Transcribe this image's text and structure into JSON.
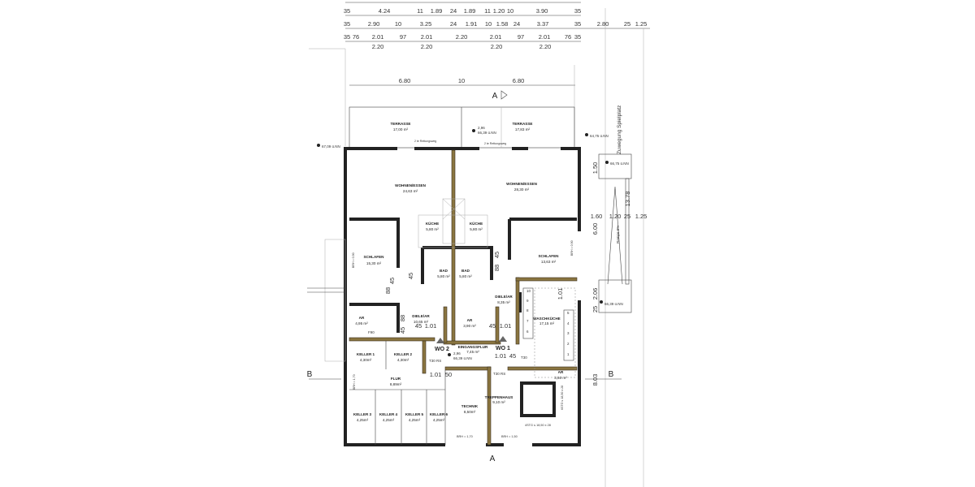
{
  "dimensions": {
    "row1": [
      "35",
      "4.24",
      "11",
      "1.89",
      "24",
      "1.89",
      "11",
      "1.20",
      "10",
      "3.90",
      "35"
    ],
    "row2": [
      "35",
      "2.90",
      "10",
      "3.25",
      "24",
      "1.91",
      "10",
      "1.58",
      "24",
      "3.37",
      "35",
      "2.80",
      "25",
      "1.25"
    ],
    "row3": [
      "35",
      "76",
      "2.01",
      "97",
      "2.01",
      "2.20",
      "2.01",
      "97",
      "2.01",
      "76",
      "35"
    ],
    "row4": [
      "2.20",
      "2.20",
      "2.20",
      "2.20"
    ],
    "row5": [
      "6.80",
      "10",
      "6.80"
    ],
    "right": [
      "1.50",
      "13.78",
      "1.60",
      "1.20",
      "25",
      "1.25",
      "6.00",
      "2.06",
      "25",
      "8.03"
    ],
    "inner": [
      "45",
      "88",
      "45",
      "88",
      "45",
      "1.01",
      "45",
      "1.01",
      "45",
      "1.01",
      "1.01",
      "45",
      "45",
      "88",
      "1.01",
      "50"
    ]
  },
  "section_markers": {
    "a_top": "A",
    "a_bottom": "A",
    "b_left": "B",
    "b_right": "B"
  },
  "levels": {
    "left": "67,09 ü.NN",
    "top_mid_a": "2,96",
    "top_mid_b": "66,39 ü.NN",
    "right_top": "64,75 ü.NN",
    "right_ramp": "66,75 ü.NN",
    "right_mid": "66,39 ü.NN",
    "entry_a": "2,96",
    "entry_b": "66,39 ü.NN"
  },
  "annotations": {
    "path": "Zuwegung Spielplatz",
    "ramp": "Rampe 6%",
    "rescue_left": "2 te Rettungsweg",
    "rescue_right": "2 te Rettungsweg",
    "brh_left": "BRH = 0,90",
    "brh_right": "BRH = 0,90",
    "brh_flur": "BRH = 1,70",
    "brh_bottom_left": "BRH = 1,70",
    "brh_bottom_right": "BRH = 1,50",
    "stair1": "4STG ≤ 18,50 x 28",
    "stair2": "6STG ≤ 18,50 x 28",
    "t30_1": "T30 RS",
    "t30_2": "T30 RS",
    "t30_3": "T30",
    "f90": "F90",
    "wo2": "WO 2",
    "wo1": "WO 1"
  },
  "rooms": [
    {
      "name": "TERRASSE",
      "area": "17,00 m²"
    },
    {
      "name": "TERRASSE",
      "area": "17,83 m²"
    },
    {
      "name": "WOHNEN/ESSEN",
      "area": "24,63 m²"
    },
    {
      "name": "WOHNEN/ESSEN",
      "area": "28,30 m²"
    },
    {
      "name": "KÜCHE",
      "area": "5,80 m²"
    },
    {
      "name": "KÜCHE",
      "area": "5,80 m²"
    },
    {
      "name": "SCHLAFEN",
      "area": "15,30 m²"
    },
    {
      "name": "SCHLAFEN",
      "area": "13,63 m²"
    },
    {
      "name": "BAD",
      "area": "5,80 m²"
    },
    {
      "name": "BAD",
      "area": "5,80 m²"
    },
    {
      "name": "AR",
      "area": "4,95 m²"
    },
    {
      "name": "DIELE/AR",
      "area": "10,65 m²"
    },
    {
      "name": "AR",
      "area": "3,90 m²"
    },
    {
      "name": "DIELE/AR",
      "area": "8,35 m²"
    },
    {
      "name": "WASCHKÜCHE",
      "area": "17,15 m²"
    },
    {
      "name": "EINGANGSFLUR",
      "area": "7,45 m²"
    },
    {
      "name": "KELLER 1",
      "area": "4,30m²"
    },
    {
      "name": "KELLER 2",
      "area": "4,30m²"
    },
    {
      "name": "FLUR",
      "area": "8,89m²"
    },
    {
      "name": "KELLER 3",
      "area": "4,25m²"
    },
    {
      "name": "KELLER 4",
      "area": "4,25m²"
    },
    {
      "name": "KELLER 5",
      "area": "4,25m²"
    },
    {
      "name": "KELLER 6",
      "area": "4,25m²"
    },
    {
      "name": "TECHNIK",
      "area": "8,50m²"
    },
    {
      "name": "TREPPENHAUS",
      "area": "9,10 m²"
    },
    {
      "name": "AR",
      "area": "3,50 m²"
    }
  ],
  "washroom_slots": [
    "10",
    "9",
    "8",
    "7",
    "6",
    "5",
    "4",
    "3",
    "2",
    "1"
  ],
  "colors": {
    "wall": "#222222",
    "fire_wall": "#8a7540",
    "background": "#ffffff"
  }
}
